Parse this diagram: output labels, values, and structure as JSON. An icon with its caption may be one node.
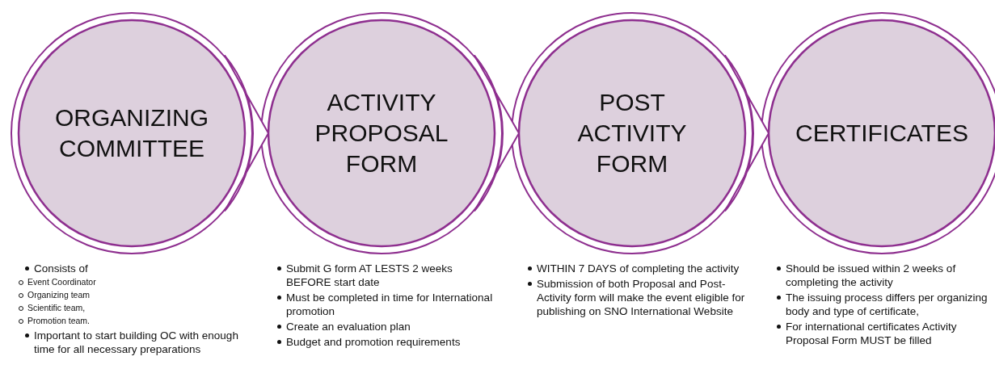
{
  "diagram": {
    "nodes": [
      {
        "text": [
          "ORGANIZING COMMITTEE"
        ],
        "beside": [
          "Consists of",
          "Event Coordinator",
          "Organizing team",
          "Scientific team,",
          "Promotion team.",
          "Important to start building OC with enough time for all necessary preparations"
        ]
      },
      {
        "text": [
          "ACTIVITY PROPOSAL FORM"
        ],
        "beside": [
          "Submit G form AT LESTS 2 weeks BEFORE start date",
          "Must be completed in time for International promotion",
          "Create an evaluation plan",
          "Budget and promotion requirements"
        ]
      },
      {
        "text": [
          "POST ACTIVITY FORM"
        ],
        "beside": [
          "WITHIN 7 DAYS of completing the activity",
          "Submission of both Proposal and Post-Activity form will make the event eligible for publishing on SNO International Website"
        ]
      },
      {
        "text": [
          "CERTIFICATES"
        ],
        "beside": [
          "Should be issued within 2 weeks of completing the activity",
          "The issuing process differs per organizing body and type of certificate,",
          "For international certificates Activity Proposal Form MUST be filled"
        ]
      }
    ],
    "edges": [
      {
        "from": 0,
        "to": 1,
        "arrow": "to"
      },
      {
        "from": 1,
        "to": 2,
        "arrow": "to"
      },
      {
        "from": 2,
        "to": 3,
        "arrow": "to"
      }
    ]
  }
}
